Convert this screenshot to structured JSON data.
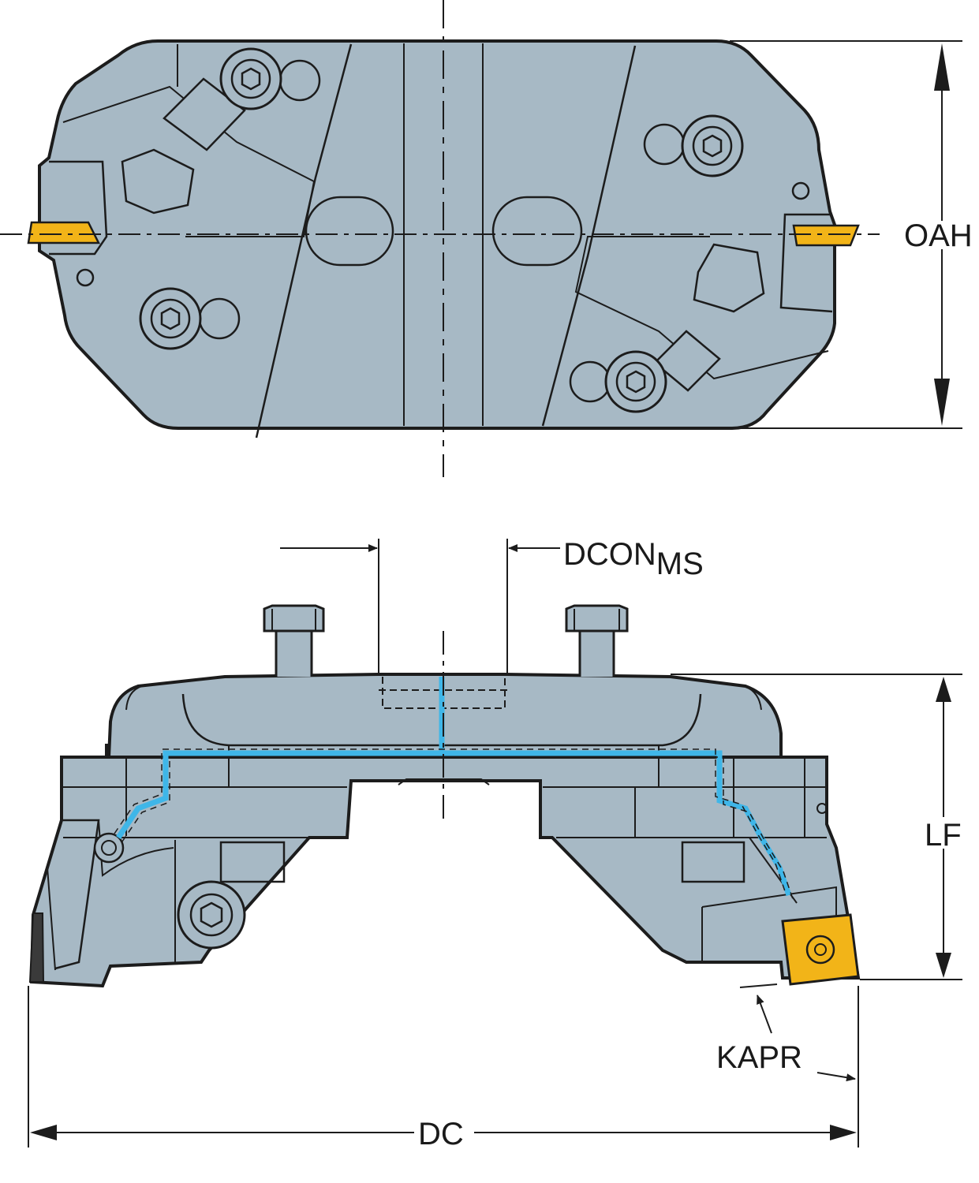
{
  "labels": {
    "oah": "OAH",
    "dcon_main": "DCON",
    "dcon_sub": "MS",
    "lf": "LF",
    "kapr": "KAPR",
    "dc": "DC"
  },
  "colors": {
    "body": "#a7b9c5",
    "outline": "#1c1c1c",
    "insert": "#f2b418",
    "coolant": "#3fb6e8",
    "background": "#ffffff"
  }
}
